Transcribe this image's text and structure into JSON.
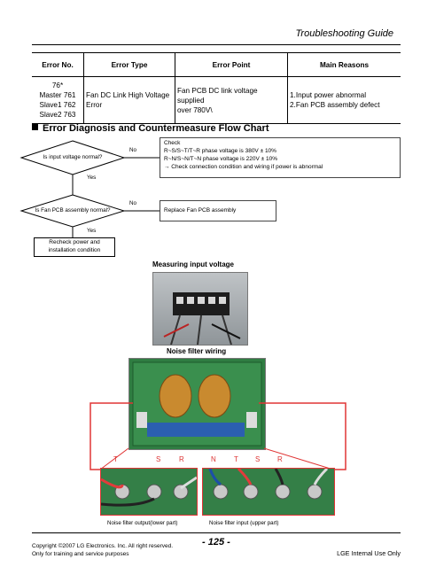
{
  "header": {
    "title": "Troubleshooting Guide"
  },
  "error_table": {
    "headers": [
      "Error No.",
      "Error Type",
      "Error Point",
      "Main Reasons"
    ],
    "row": {
      "error_no": [
        "76*",
        "Master 761",
        "Slave1 762",
        "Slave2 763"
      ],
      "error_type": [
        "Fan DC Link High Voltage",
        "Error"
      ],
      "error_point": [
        "Fan PCB DC link voltage supplied",
        "over 780V\\"
      ],
      "main_reasons": [
        "1.Input power abnormal",
        "2.Fan PCB assembly defect"
      ]
    }
  },
  "section": {
    "title": "Error Diagnosis and Countermeasure Flow Chart"
  },
  "flow": {
    "q1": "Is input voltage normal?",
    "q1_no": "No",
    "q1_yes": "Yes",
    "check_title": "Check",
    "check_lines": [
      "R~S/S~T/T~R phase voltage is 380V    ± 10%",
      "R~N/S~N/T~N phase voltage is 220V    ± 10%",
      "→ Check connection condition and wiring if power is abnormal"
    ],
    "q2": "Is Fan PCB assembly normal?",
    "q2_no": "No",
    "q2_yes": "Yes",
    "replace": "Replace Fan PCB assembly",
    "recheck": [
      "Recheck power and",
      "installation condition"
    ]
  },
  "photos": {
    "measuring_title": "Measuring input voltage",
    "noise_title": "Noise filter wiring",
    "phase_labels_left": [
      "T",
      "S",
      "R"
    ],
    "phase_labels_right": [
      "N",
      "T",
      "S",
      "R"
    ],
    "caption_left": "Noise filter output(lower part)",
    "caption_right": "Noise filter input (upper part)"
  },
  "footer": {
    "copyright": [
      "Copyright ©2007 LG Electronics. Inc. All right reserved.",
      "Only for training and service purposes"
    ],
    "page": "- 125 -",
    "internal": "LGE Internal Use Only"
  }
}
